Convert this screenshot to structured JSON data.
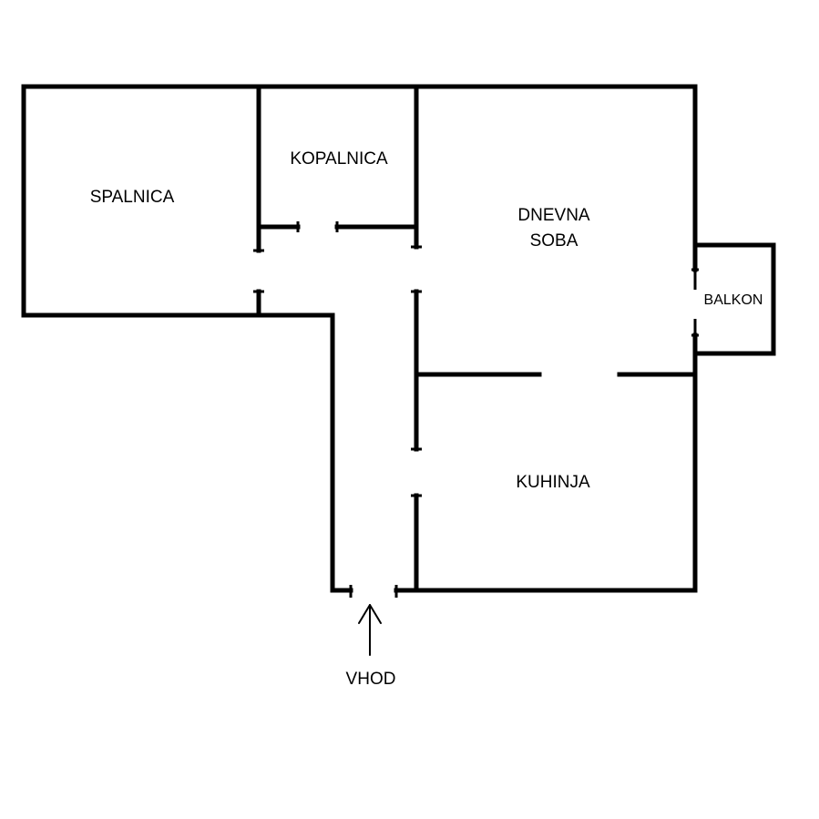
{
  "rooms": {
    "bedroom": "SPALNICA",
    "bathroom": "KOPALNICA",
    "living_room_line1": "DNEVNA",
    "living_room_line2": "SOBA",
    "balcony": "BALKON",
    "kitchen": "KUHINJA"
  },
  "entrance": {
    "label": "VHOD"
  }
}
